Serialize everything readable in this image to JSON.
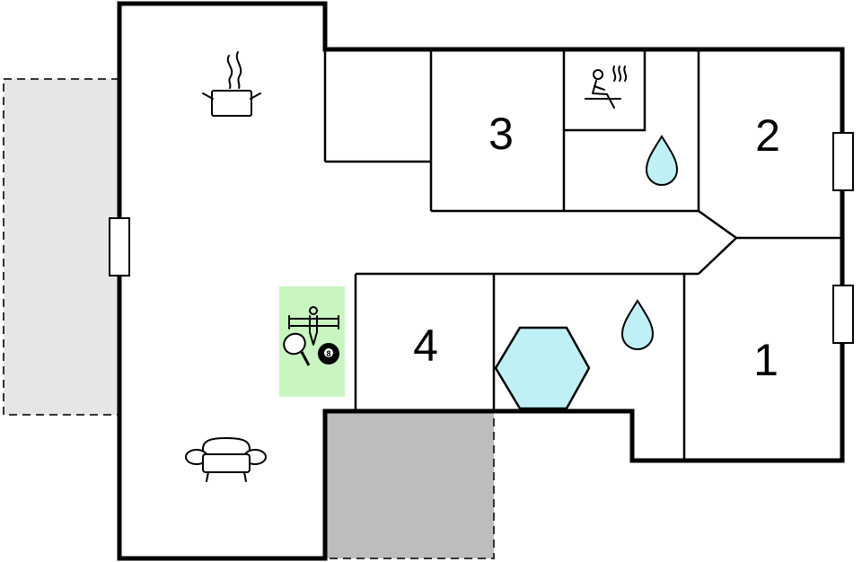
{
  "rooms": [
    {
      "id": "room-1",
      "label": "1"
    },
    {
      "id": "room-2",
      "label": "2"
    },
    {
      "id": "room-3",
      "label": "3"
    },
    {
      "id": "room-4",
      "label": "4"
    }
  ],
  "icons": {
    "kitchen": "cooking-pot-icon",
    "sauna": "sauna-icon",
    "bathroom": "water-drop-icon",
    "hot_tub": "hexagon-hot-tub-icon",
    "games": "games-icon",
    "games_ball": "8",
    "living": "armchair-icon"
  },
  "colors": {
    "terrace_left": "#e6e6e6",
    "terrace_bottom": "#bdbdbd",
    "water": "#bff0f5",
    "water_stroke": "#000000",
    "games_bg": "#c8f5c0",
    "wall": "#000000"
  }
}
